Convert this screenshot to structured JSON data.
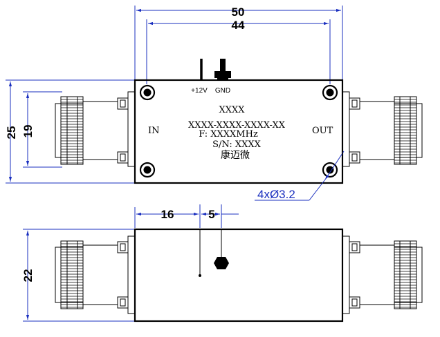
{
  "dimensions": {
    "total_width": "50",
    "hole_spacing": "44",
    "total_height": "25",
    "connector_height": "19",
    "side_height": "22",
    "offset_16": "16",
    "spacing_5": "5",
    "hole_note": "4xØ3.2"
  },
  "module": {
    "model": "XXXX",
    "part_number": "XXXX-XXXX-XXXX-XX",
    "frequency": "F: XXXXMHz",
    "serial": "S/N: XXXX",
    "brand": "康迈微",
    "input_label": "IN",
    "output_label": "OUT",
    "power_label": "+12V",
    "ground_label": "GND"
  },
  "colors": {
    "dimension": "#1a2fbf",
    "outline": "#000000"
  }
}
